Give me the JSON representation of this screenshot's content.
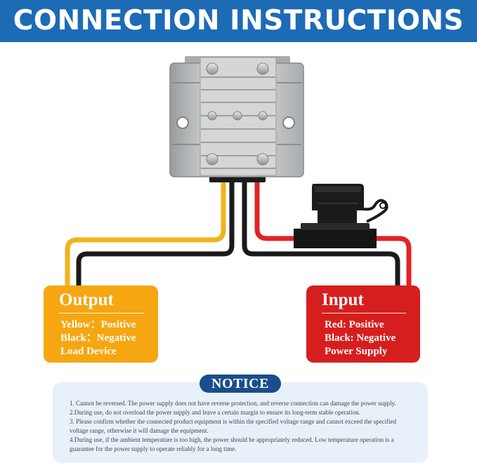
{
  "header": {
    "title": "CONNECTION INSTRUCTIONS"
  },
  "output_box": {
    "title": "Output",
    "lines": [
      "Yellow：Positive",
      "Black：Negative",
      "Load Device"
    ]
  },
  "input_box": {
    "title": "Input",
    "lines": [
      "Red: Positive",
      "Black: Negative",
      "Power Supply"
    ]
  },
  "notice": {
    "title": "NOTICE",
    "items": [
      "1. Cannot be reversed. The power supply does not have reverse protection, and reverse connection can damage the power supply.",
      "2.During use, do not overload the power supply and leave a certain margin to ensure its long-term stable operation.",
      "3. Please confirm whether the connected product equipment is within the specified voltage range and cannot exceed the specified voltage range, otherwise it will damage the equipment.",
      "4.During use, if the ambient temperature is too high, the power should be appropriately reduced. Low temperature operation is a guarantee for the power supply to operate reliably for a long time."
    ]
  },
  "colors": {
    "header_bg": "#1d6bb5",
    "output_box": "#f5a611",
    "input_box": "#d71e1f",
    "notice_pill": "#1a4d8c",
    "notice_panel": "#e8f1fa",
    "wire_yellow": "#f3b21a",
    "wire_red": "#e02424",
    "wire_black": "#1a1a1a"
  },
  "icons": [
    "converter-module-icon",
    "inline-fuse-holder-icon"
  ]
}
